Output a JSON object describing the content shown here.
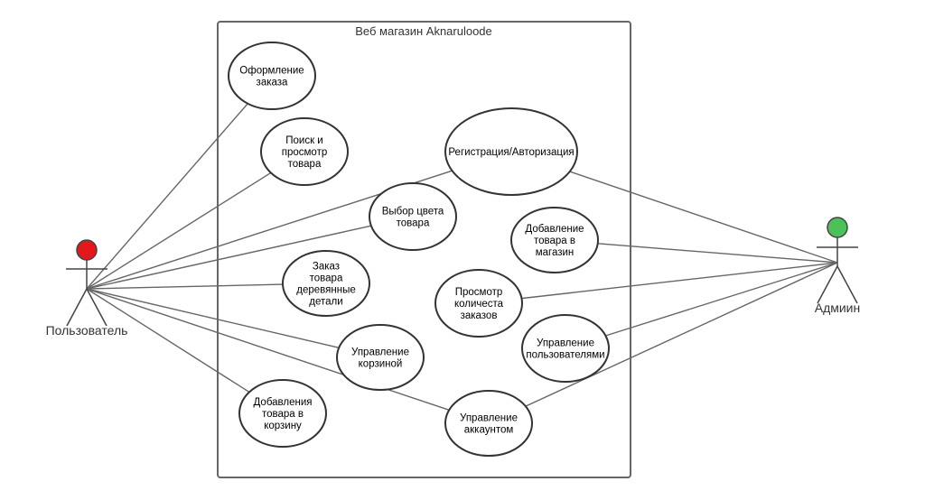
{
  "system": {
    "title": "Веб магазин Aknaruloode"
  },
  "actors": {
    "user": {
      "name": "Пользователь",
      "head_color": "#e3181c"
    },
    "admin": {
      "name": "Адмиин",
      "head_color": "#4cc15a"
    }
  },
  "use_cases": {
    "order": {
      "lines": [
        "Оформление",
        "заказа"
      ]
    },
    "search": {
      "lines": [
        "Поиск и",
        "просмотр",
        "товара"
      ]
    },
    "register": {
      "lines": [
        "Регистрация/Авторизация"
      ]
    },
    "color": {
      "lines": [
        "Выбор цвета",
        "товара"
      ]
    },
    "add_product": {
      "lines": [
        "Добавление",
        "товара в",
        "магазин"
      ]
    },
    "wood_order": {
      "lines": [
        "Заказ",
        "товара",
        "деревянные",
        "детали"
      ]
    },
    "view_orders": {
      "lines": [
        "Просмотр",
        "количеста",
        "заказов"
      ]
    },
    "cart": {
      "lines": [
        "Управление",
        "корзиной"
      ]
    },
    "manage_users": {
      "lines": [
        "Управление",
        "пользователями"
      ]
    },
    "add_to_cart": {
      "lines": [
        "Добавления",
        "товара в",
        "корзину"
      ]
    },
    "account": {
      "lines": [
        "Управление",
        "аккаунтом"
      ]
    }
  },
  "associations": {
    "user": [
      "order",
      "search",
      "register",
      "color",
      "wood_order",
      "cart",
      "add_to_cart",
      "account"
    ],
    "admin": [
      "register",
      "add_product",
      "view_orders",
      "manage_users",
      "account"
    ]
  },
  "colors": {
    "line": "#666666",
    "system_border": "#666666"
  }
}
